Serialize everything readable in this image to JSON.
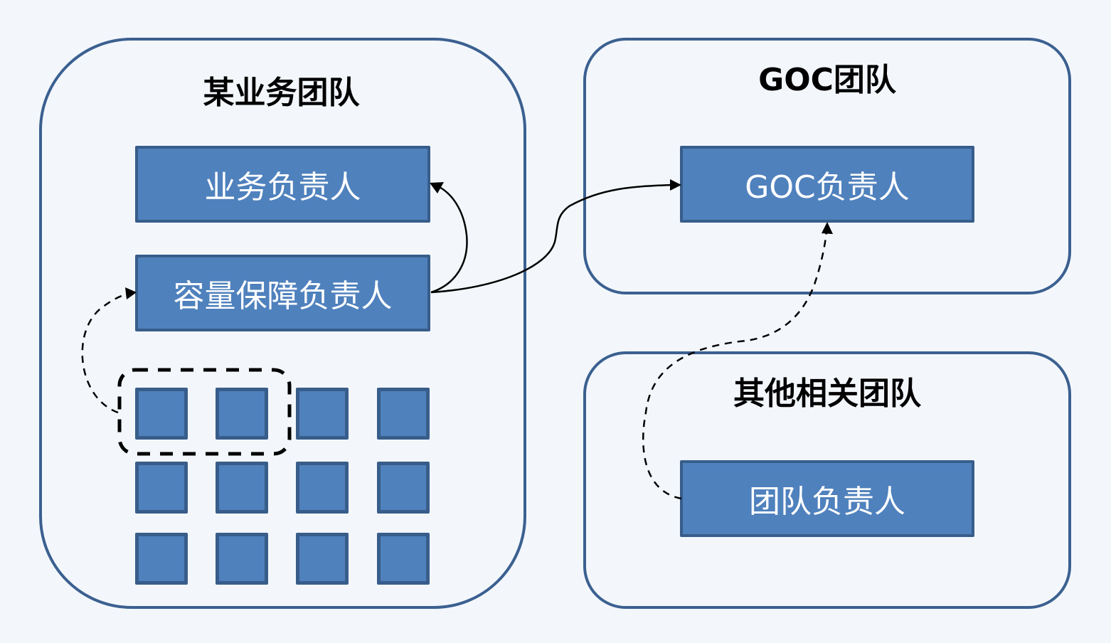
{
  "diagram": {
    "teams": [
      {
        "id": "business-team",
        "title": "某业务团队",
        "roles": [
          {
            "id": "business-owner",
            "label": "业务负责人"
          },
          {
            "id": "capacity-owner",
            "label": "容量保障负责人"
          }
        ],
        "members": {
          "rows": 3,
          "cols": 4,
          "count": 12,
          "highlighted_group": [
            1,
            2
          ]
        }
      },
      {
        "id": "goc-team",
        "title": "GOC团队",
        "roles": [
          {
            "id": "goc-owner",
            "label": "GOC负责人"
          }
        ]
      },
      {
        "id": "other-team",
        "title": "其他相关团队",
        "roles": [
          {
            "id": "team-owner",
            "label": "团队负责人"
          }
        ]
      }
    ],
    "edges": [
      {
        "from": "capacity-owner",
        "to": "business-owner",
        "style": "solid"
      },
      {
        "from": "capacity-owner",
        "to": "goc-owner",
        "style": "solid"
      },
      {
        "from": "member-group",
        "to": "capacity-owner",
        "style": "dashed"
      },
      {
        "from": "team-owner",
        "to": "goc-owner",
        "style": "dashed"
      }
    ],
    "colors": {
      "background": "#f3f7fc",
      "container_border": "#3b6090",
      "node_fill": "#4f81bd",
      "node_border": "#385d8a",
      "node_text": "#ffffff",
      "title_text": "#000000",
      "edge": "#000000"
    }
  }
}
